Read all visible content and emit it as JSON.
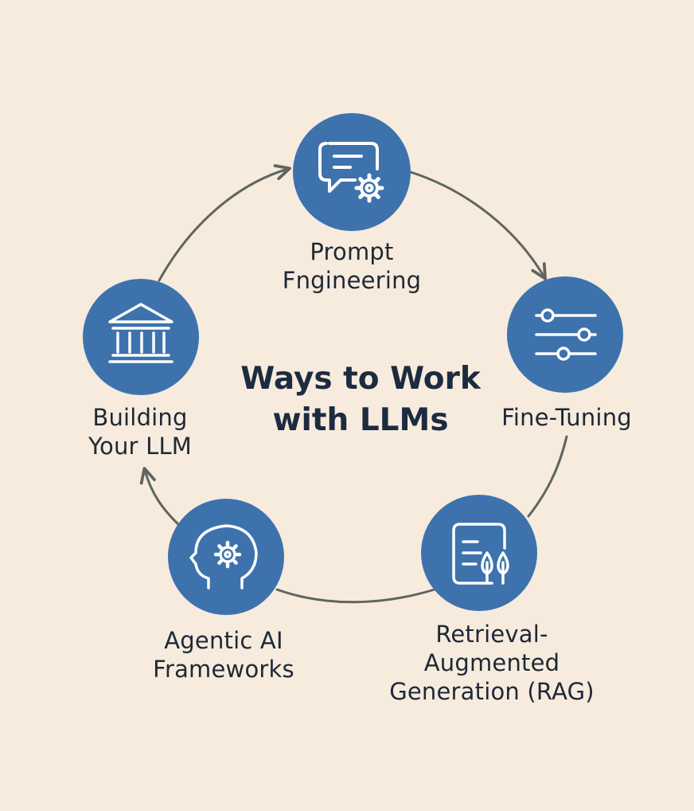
{
  "title": "Ways to Work\nwith LLMs",
  "colors": {
    "background": "#f6ebdd",
    "node_fill": "#3d72ad",
    "icon_stroke": "#ffffff",
    "arrow": "#5f6560",
    "text": "#1e2836"
  },
  "nodes": [
    {
      "label": "Prompt\nFngineering",
      "icon": "chat-gear-icon"
    },
    {
      "label": "Fine-Tuning",
      "icon": "sliders-icon"
    },
    {
      "label": "Retrieval-\nAugmented\nGeneration (RAG)",
      "icon": "document-trees-icon"
    },
    {
      "label": "Agentic AI\nFrameworks",
      "icon": "head-gear-icon"
    },
    {
      "label": "Building\nYour LLM",
      "icon": "institution-icon"
    }
  ]
}
